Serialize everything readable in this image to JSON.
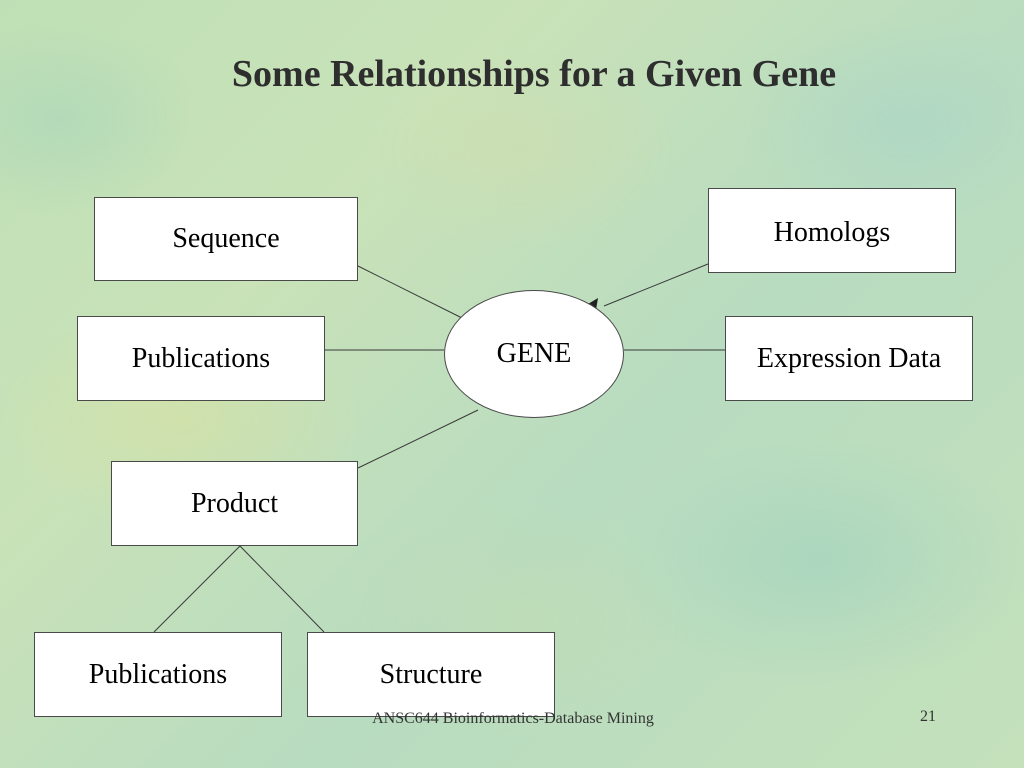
{
  "title": "Some Relationships for a Given Gene",
  "diagram": {
    "center_node": "GENE",
    "nodes": {
      "sequence": "Sequence",
      "publications_left": "Publications",
      "product": "Product",
      "homologs": "Homologs",
      "expression_data": "Expression Data",
      "publications_bottom": "Publications",
      "structure": "Structure"
    }
  },
  "footer": {
    "text": "ANSC644 Bioinformatics-Database Mining",
    "page_number": "21"
  }
}
